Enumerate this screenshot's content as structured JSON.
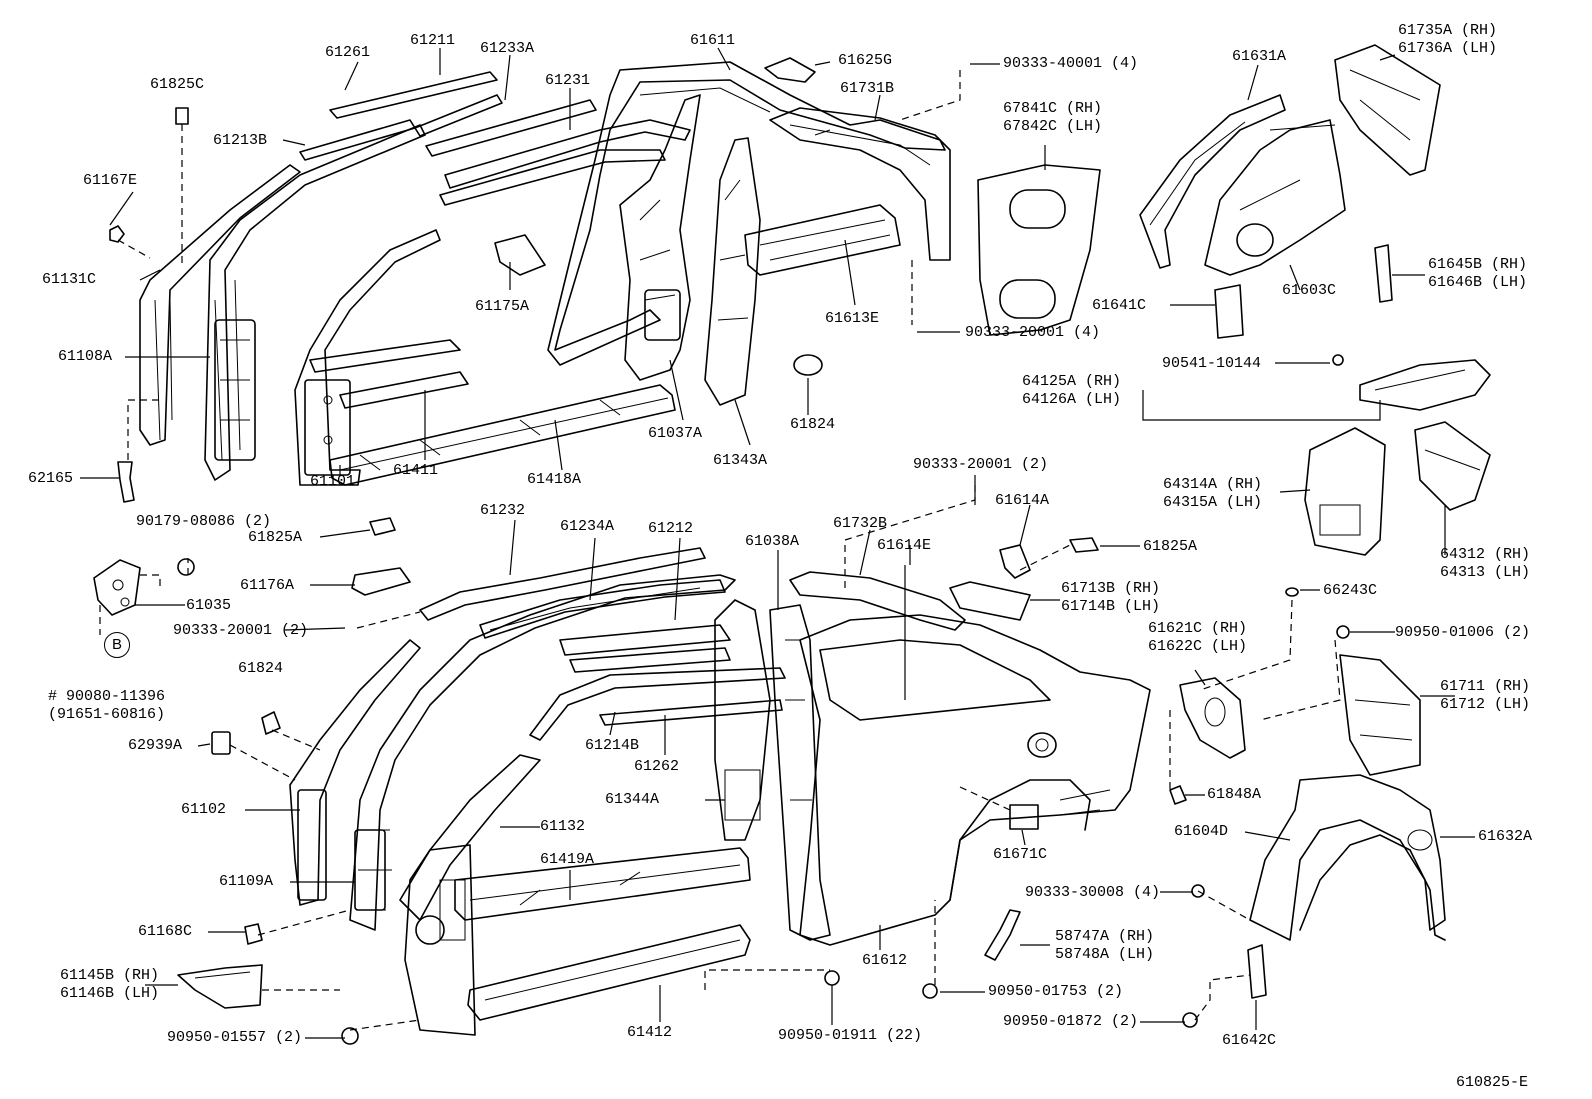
{
  "diagram": {
    "reference": "610825-E",
    "b_mark": "B",
    "labels": [
      {
        "id": "l1",
        "lines": [
          "61825C"
        ]
      },
      {
        "id": "l2",
        "lines": [
          "61261"
        ]
      },
      {
        "id": "l3",
        "lines": [
          "61211"
        ]
      },
      {
        "id": "l4",
        "lines": [
          "61233A"
        ]
      },
      {
        "id": "l5",
        "lines": [
          "61611"
        ]
      },
      {
        "id": "l6",
        "lines": [
          "61625G"
        ]
      },
      {
        "id": "l7",
        "lines": [
          "90333-40001 (4)"
        ]
      },
      {
        "id": "l8",
        "lines": [
          "61631A"
        ]
      },
      {
        "id": "l9",
        "lines": [
          "61735A (RH)",
          "61736A (LH)"
        ]
      },
      {
        "id": "l10",
        "lines": [
          "61231"
        ]
      },
      {
        "id": "l11",
        "lines": [
          "61731B"
        ]
      },
      {
        "id": "l12",
        "lines": [
          "67841C (RH)",
          "67842C (LH)"
        ]
      },
      {
        "id": "l13",
        "lines": [
          "61213B"
        ]
      },
      {
        "id": "l14",
        "lines": [
          "61167E"
        ]
      },
      {
        "id": "l15",
        "lines": [
          "61131C"
        ]
      },
      {
        "id": "l16",
        "lines": [
          "61175A"
        ]
      },
      {
        "id": "l17",
        "lines": [
          "61613E"
        ]
      },
      {
        "id": "l18",
        "lines": [
          "90333-20001 (4)"
        ]
      },
      {
        "id": "l19",
        "lines": [
          "61641C"
        ]
      },
      {
        "id": "l20",
        "lines": [
          "61603C"
        ]
      },
      {
        "id": "l21",
        "lines": [
          "61645B (RH)",
          "61646B (LH)"
        ]
      },
      {
        "id": "l22",
        "lines": [
          "61108A"
        ]
      },
      {
        "id": "l23",
        "lines": [
          "90541-10144"
        ]
      },
      {
        "id": "l24",
        "lines": [
          "64125A (RH)",
          "64126A (LH)"
        ]
      },
      {
        "id": "l25",
        "lines": [
          "61824"
        ]
      },
      {
        "id": "l26",
        "lines": [
          "61037A"
        ]
      },
      {
        "id": "l27",
        "lines": [
          "61343A"
        ]
      },
      {
        "id": "l28",
        "lines": [
          "61411"
        ]
      },
      {
        "id": "l29",
        "lines": [
          "61418A"
        ]
      },
      {
        "id": "l30",
        "lines": [
          "62165"
        ]
      },
      {
        "id": "l31",
        "lines": [
          "61101"
        ]
      },
      {
        "id": "l32",
        "lines": [
          "90333-20001 (2)"
        ]
      },
      {
        "id": "l33",
        "lines": [
          "64314A (RH)",
          "64315A (LH)"
        ]
      },
      {
        "id": "l34",
        "lines": [
          "61614A"
        ]
      },
      {
        "id": "l35",
        "lines": [
          "90179-08086 (2)"
        ]
      },
      {
        "id": "l36",
        "lines": [
          "61232"
        ]
      },
      {
        "id": "l37",
        "lines": [
          "61234A"
        ]
      },
      {
        "id": "l38",
        "lines": [
          "61212"
        ]
      },
      {
        "id": "l39",
        "lines": [
          "61038A"
        ]
      },
      {
        "id": "l40",
        "lines": [
          "61732B"
        ]
      },
      {
        "id": "l41",
        "lines": [
          "61614E"
        ]
      },
      {
        "id": "l42",
        "lines": [
          "61825A"
        ]
      },
      {
        "id": "l43",
        "lines": [
          "61825A"
        ]
      },
      {
        "id": "l44",
        "lines": [
          "64312 (RH)",
          "64313 (LH)"
        ]
      },
      {
        "id": "l45",
        "lines": [
          "61176A"
        ]
      },
      {
        "id": "l46",
        "lines": [
          "61035"
        ]
      },
      {
        "id": "l47",
        "lines": [
          "61713B (RH)",
          "61714B (LH)"
        ]
      },
      {
        "id": "l48",
        "lines": [
          "66243C"
        ]
      },
      {
        "id": "l49",
        "lines": [
          "90333-20001 (2)"
        ]
      },
      {
        "id": "l50",
        "lines": [
          "61621C (RH)",
          "61622C (LH)"
        ]
      },
      {
        "id": "l51",
        "lines": [
          "90950-01006 (2)"
        ]
      },
      {
        "id": "l52",
        "lines": [
          "# 90080-11396",
          "(91651-60816)"
        ]
      },
      {
        "id": "l53",
        "lines": [
          "61824"
        ]
      },
      {
        "id": "l54",
        "lines": [
          "61711 (RH)",
          "61712 (LH)"
        ]
      },
      {
        "id": "l55",
        "lines": [
          "62939A"
        ]
      },
      {
        "id": "l56",
        "lines": [
          "61214B"
        ]
      },
      {
        "id": "l57",
        "lines": [
          "61262"
        ]
      },
      {
        "id": "l58",
        "lines": [
          "61344A"
        ]
      },
      {
        "id": "l59",
        "lines": [
          "61102"
        ]
      },
      {
        "id": "l60",
        "lines": [
          "61132"
        ]
      },
      {
        "id": "l61",
        "lines": [
          "61848A"
        ]
      },
      {
        "id": "l62",
        "lines": [
          "61604D"
        ]
      },
      {
        "id": "l63",
        "lines": [
          "61632A"
        ]
      },
      {
        "id": "l64",
        "lines": [
          "61419A"
        ]
      },
      {
        "id": "l65",
        "lines": [
          "61671C"
        ]
      },
      {
        "id": "l66",
        "lines": [
          "61109A"
        ]
      },
      {
        "id": "l67",
        "lines": [
          "90333-30008 (4)"
        ]
      },
      {
        "id": "l68",
        "lines": [
          "61168C"
        ]
      },
      {
        "id": "l69",
        "lines": [
          "58747A (RH)",
          "58748A (LH)"
        ]
      },
      {
        "id": "l70",
        "lines": [
          "61612"
        ]
      },
      {
        "id": "l71",
        "lines": [
          "61145B (RH)",
          "61146B (LH)"
        ]
      },
      {
        "id": "l72",
        "lines": [
          "90950-01753 (2)"
        ]
      },
      {
        "id": "l73",
        "lines": [
          "90950-01872 (2)"
        ]
      },
      {
        "id": "l74",
        "lines": [
          "90950-01557 (2)"
        ]
      },
      {
        "id": "l75",
        "lines": [
          "61412"
        ]
      },
      {
        "id": "l76",
        "lines": [
          "90950-01911 (22)"
        ]
      },
      {
        "id": "l77",
        "lines": [
          "61642C"
        ]
      }
    ]
  }
}
